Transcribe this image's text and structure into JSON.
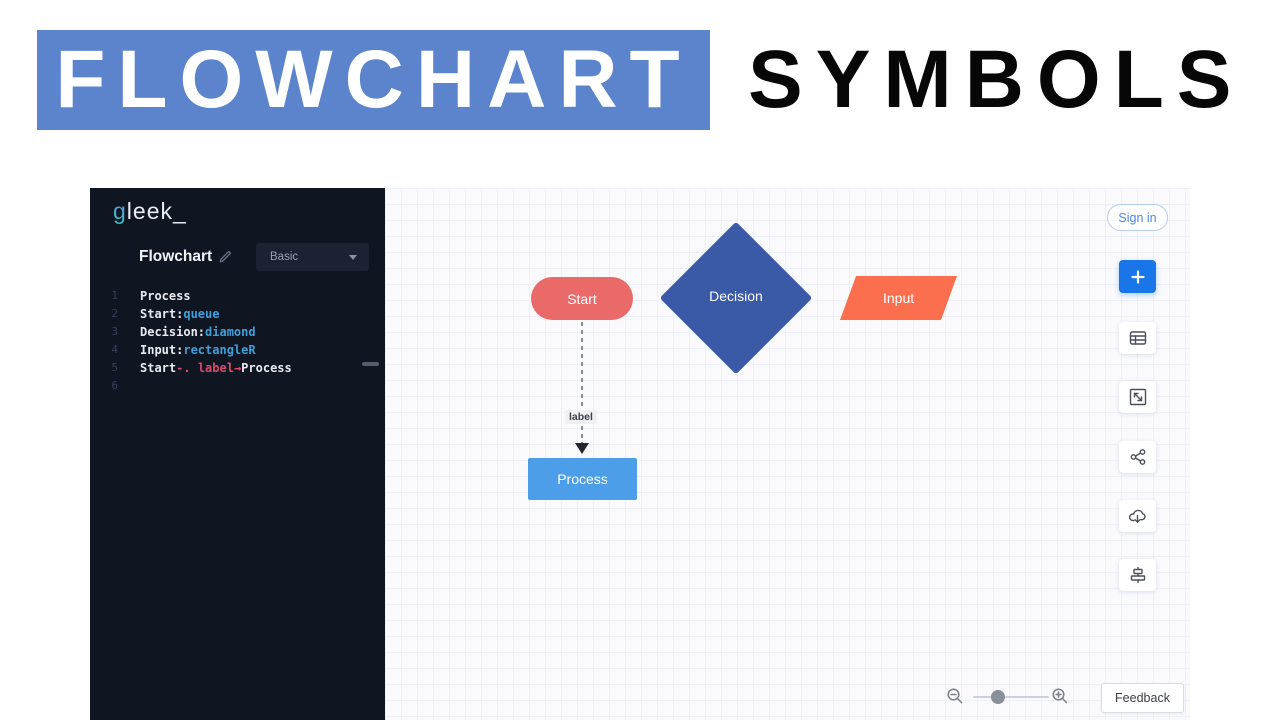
{
  "banner": {
    "highlight_text": "FLOWCHART",
    "plain_text": "SYMBOLS"
  },
  "app": {
    "logo": {
      "g": "g",
      "rest": "leek_"
    },
    "header": {
      "doc_title": "Flowchart",
      "template_selected": "Basic"
    },
    "editor": {
      "lines": [
        {
          "num": "1",
          "seg": [
            {
              "t": "Process"
            }
          ]
        },
        {
          "num": "2",
          "seg": [
            {
              "t": "Start:"
            },
            {
              "t": "queue"
            }
          ]
        },
        {
          "num": "3",
          "seg": [
            {
              "t": "Decision:"
            },
            {
              "t": "diamond"
            }
          ]
        },
        {
          "num": "4",
          "seg": [
            {
              "t": "Input:"
            },
            {
              "t": "rectangleR"
            }
          ]
        },
        {
          "num": "5",
          "seg": [
            {
              "t": "Start"
            },
            {
              "t": "-. "
            },
            {
              "t": "label"
            },
            {
              "t": "→"
            },
            {
              "t": "Process"
            }
          ]
        },
        {
          "num": "6",
          "seg": []
        }
      ]
    },
    "diagram": {
      "nodes": [
        {
          "label": "Start",
          "shape": "queue",
          "fill": "#ea6a6a"
        },
        {
          "label": "Decision",
          "shape": "diamond",
          "fill": "#3a5aa8"
        },
        {
          "label": "Input",
          "shape": "rectangleR",
          "fill": "#fb6f4f"
        },
        {
          "label": "Process",
          "shape": "rectangle",
          "fill": "#4d9ee9"
        }
      ],
      "edge": {
        "from": "Start",
        "to": "Process",
        "label": "label",
        "style": "dashed-arrow"
      }
    },
    "topbar": {
      "sign_in_label": "Sign in"
    },
    "toolbar": {
      "icons": [
        "plus-icon",
        "table-icon",
        "resize-icon",
        "share-icon",
        "cloud-download-icon",
        "align-center-icon"
      ]
    },
    "statusbar": {
      "feedback_label": "Feedback",
      "zoom_icons": [
        "zoom-out-icon",
        "zoom-in-icon"
      ]
    },
    "colors": {
      "banner_blue": "#5b84cd",
      "accent_blue": "#1976e8",
      "node_red": "#ea6a6a",
      "node_blue": "#3a5aa8",
      "node_orange": "#fb6f4f",
      "node_lightblue": "#4d9ee9",
      "code_keyword": "#3f9fd8",
      "code_accent": "#d44d6d"
    }
  }
}
